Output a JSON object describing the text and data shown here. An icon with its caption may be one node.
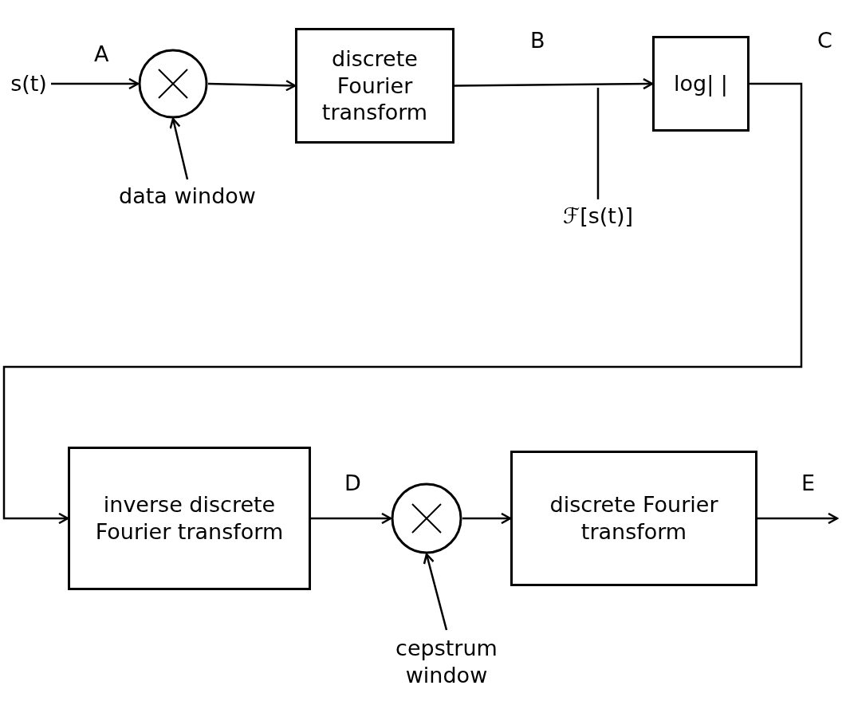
{
  "diagram": {
    "nodes": [
      {
        "text": [
          "s(t)"
        ]
      },
      {
        "text": [],
        "shape": "circle"
      },
      {
        "text": [
          "data window"
        ]
      },
      {
        "text": [
          "discrete Fourier transform"
        ]
      },
      {
        "text": [
          "log| |"
        ]
      },
      {
        "text": [
          "ℱ[s(t)]"
        ]
      },
      {
        "text": [
          "inverse discrete Fourier transform"
        ]
      },
      {
        "text": [],
        "shape": "circle"
      },
      {
        "text": [
          "cepstrum window"
        ]
      },
      {
        "text": [
          "discrete Fourier transform"
        ]
      }
    ],
    "edges": [
      {
        "from": 0,
        "to": 1,
        "arrow": "to",
        "label": "A"
      },
      {
        "from": 2,
        "to": 1,
        "arrow": "to"
      },
      {
        "from": 1,
        "to": 3,
        "arrow": "to"
      },
      {
        "from": 3,
        "to": 4,
        "arrow": "to",
        "label": "B"
      },
      {
        "from": 4,
        "to": 6,
        "arrow": "to",
        "label": "C"
      },
      {
        "from": 6,
        "to": 7,
        "arrow": "to",
        "label": "D"
      },
      {
        "from": 8,
        "to": 7,
        "arrow": "to"
      },
      {
        "from": 7,
        "to": 9,
        "arrow": "to"
      },
      {
        "from": 9,
        "to": null,
        "arrow": "to",
        "label": "E"
      },
      {
        "from": 5,
        "to": null,
        "arrow": "none"
      }
    ]
  }
}
